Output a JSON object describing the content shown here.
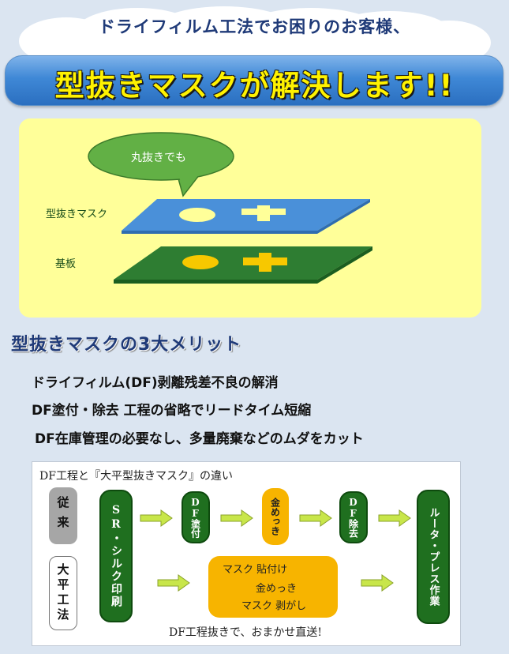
{
  "header": {
    "cloud_text": "ドライフィルム工法でお困りのお客様、",
    "banner_text": "型抜きマスクが解決します!!"
  },
  "illustration": {
    "bubble_text": "丸抜きでも",
    "mask_label": "型抜きマスク",
    "board_label": "基板"
  },
  "merits": {
    "title": "型抜きマスクの3大メリット",
    "items": [
      "ドライフィルム(DF)剥離残差不良の解消",
      "DF塗付・除去 工程の省略でリードタイム短縮",
      "DF在庫管理の必要なし、多量廃棄などのムダをカット"
    ]
  },
  "comparison": {
    "title": "DF工程と『大平型抜きマスク』の違い",
    "row_conventional": "従来",
    "row_ohira": "大平工法",
    "step_sr": "SR・シルク印刷",
    "step_df_coat": "DF塗付",
    "step_gold": "金めっき",
    "step_df_remove": "DF除去",
    "step_router": "ルータ・プレス作業",
    "mask_lines": [
      "マスク 貼付け",
      "金めっき",
      "マスク 剥がし"
    ],
    "bottom_note": "DF工程抜きで、おまかせ直送!"
  },
  "colors": {
    "banner": "#3f88d6",
    "banner_text": "#fff200",
    "illustration_bg": "#ffff99",
    "mask_layer": "#4a90d9",
    "board_layer": "#2e7d32",
    "step_green": "#1f6f1f",
    "step_orange": "#f7b400",
    "arrow": "#c8e64a"
  }
}
